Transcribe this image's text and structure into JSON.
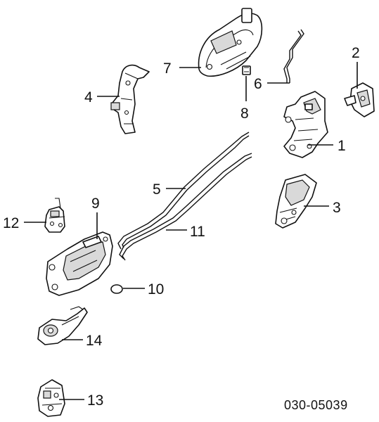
{
  "figure_code": "030-05039",
  "callouts": [
    {
      "id": "1",
      "label": "1"
    },
    {
      "id": "2",
      "label": "2"
    },
    {
      "id": "3",
      "label": "3"
    },
    {
      "id": "4",
      "label": "4"
    },
    {
      "id": "5",
      "label": "5"
    },
    {
      "id": "6",
      "label": "6"
    },
    {
      "id": "7",
      "label": "7"
    },
    {
      "id": "8",
      "label": "8"
    },
    {
      "id": "9",
      "label": "9"
    },
    {
      "id": "10",
      "label": "10"
    },
    {
      "id": "11",
      "label": "11"
    },
    {
      "id": "12",
      "label": "12"
    },
    {
      "id": "13",
      "label": "13"
    },
    {
      "id": "14",
      "label": "14"
    }
  ]
}
